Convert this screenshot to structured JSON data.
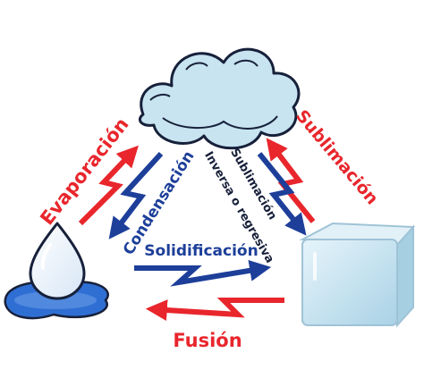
{
  "diagram": {
    "labels": {
      "evaporation": "Evaporación",
      "condensation": "Condensación",
      "sublimation": "Sublimación",
      "inverse_sublimation_line1": "Sublimación",
      "inverse_sublimation_line2": "Inversa o regresiva",
      "solidification": "Solidificación",
      "fusion": "Fusión"
    },
    "icons": {
      "cloud": "cloud-icon",
      "water_drop": "water-drop-icon",
      "ice_cube": "ice-cube-icon"
    },
    "colors": {
      "red": "#e8262c",
      "blue": "#1d3f9a",
      "ink": "#17203a",
      "cloud_fill": "#c7e4f0",
      "water": "#2f6fd4",
      "ice": "#bfe0ef"
    }
  }
}
